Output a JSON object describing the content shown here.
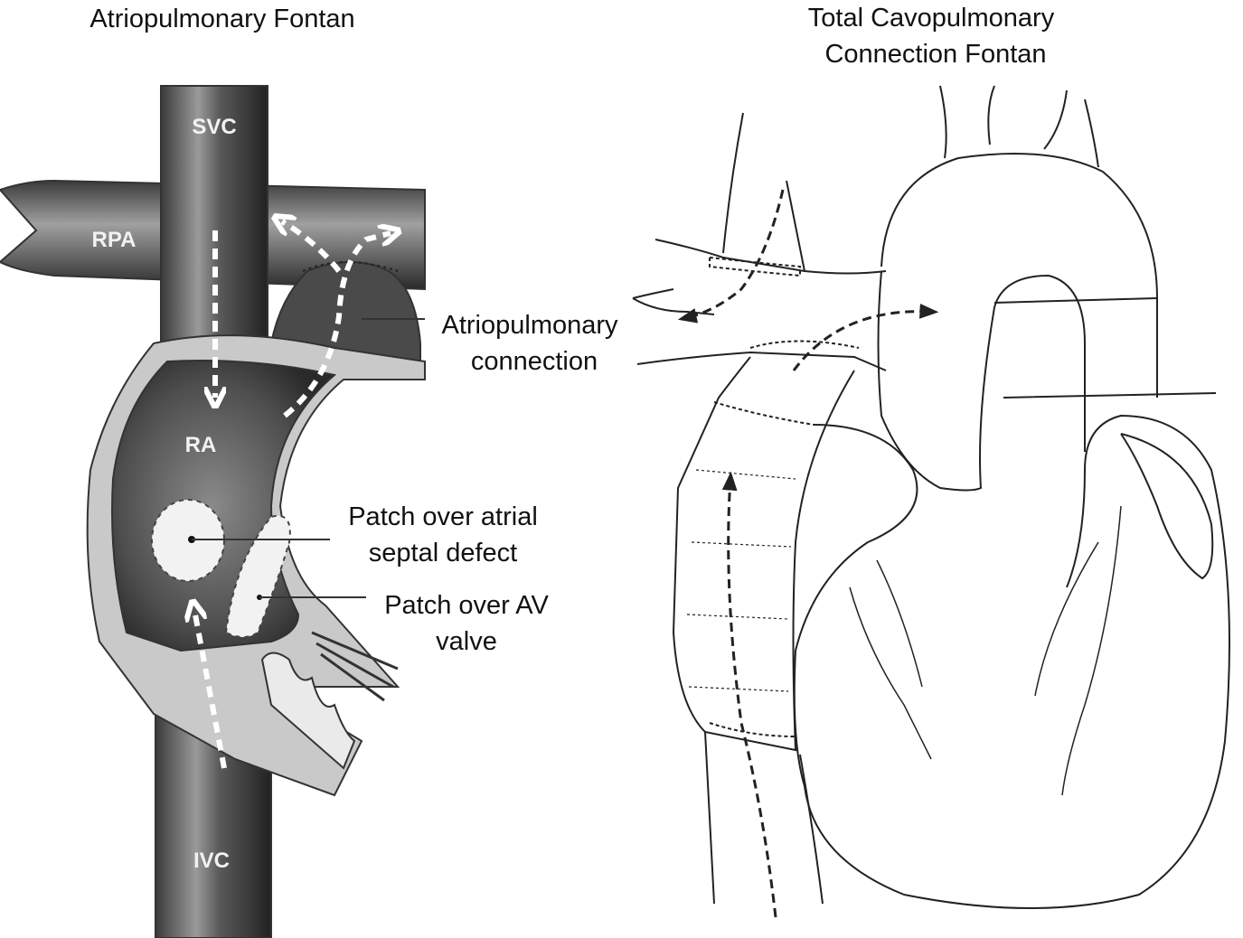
{
  "left_panel": {
    "title": "Atriopulmonary Fontan",
    "labels": {
      "svc": "SVC",
      "rpa": "RPA",
      "ra": "RA",
      "ivc": "IVC"
    },
    "callouts": {
      "connection_line1": "Atriopulmonary",
      "connection_line2": "connection",
      "asd_line1": "Patch over atrial",
      "asd_line2": "septal defect",
      "av_line1": "Patch over AV",
      "av_line2": "valve"
    }
  },
  "right_panel": {
    "title_line1": "Total Cavopulmonary",
    "title_line2": "Connection Fontan"
  }
}
